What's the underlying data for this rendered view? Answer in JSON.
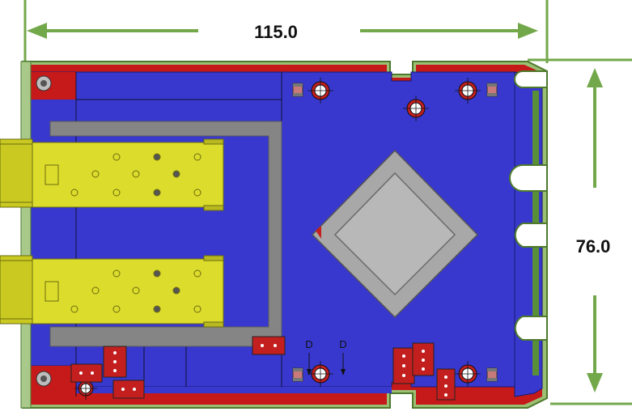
{
  "dimensions": {
    "width_label": "115.0",
    "height_label": "76.0"
  },
  "markers": {
    "left": "D",
    "right": "D"
  },
  "colors": {
    "pcb": "#3838cf",
    "edge": "#c61a1a",
    "outline": "#6fa13e",
    "dimension": "#73a84a",
    "cage": "#d9d92a",
    "heatsink": "#a8a8a8",
    "frame": "#858585",
    "component": "#c41f1f"
  }
}
